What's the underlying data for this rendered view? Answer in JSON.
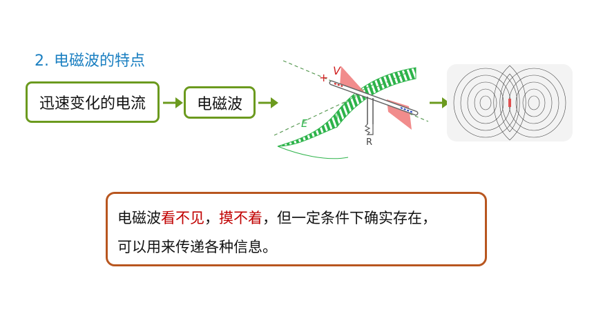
{
  "heading": "2. 电磁波的特点",
  "flow": {
    "box1": "迅速变化的电流",
    "box2": "电磁波"
  },
  "figure": {
    "label_v": "V",
    "label_e": "E",
    "label_r": "R",
    "label_plus": "+"
  },
  "note": {
    "line1_a": "电磁波",
    "line1_b": "看不见",
    "line1_c": "，",
    "line1_d": "摸不着",
    "line1_e": "，但一定条件下确实存在，",
    "line2": "可以用来传递各种信息。"
  },
  "colors": {
    "heading": "#1a7fc1",
    "box_border": "#6b9a1e",
    "note_border": "#b8561f",
    "emphasis": "#c00000"
  }
}
